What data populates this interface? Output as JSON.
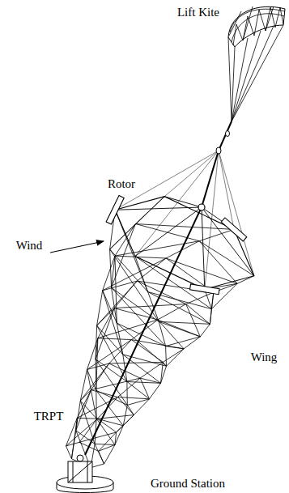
{
  "diagram": {
    "labels": [
      "Lift Kite",
      "Rotor",
      "Wind",
      "Wing",
      "TRPT",
      "Ground Station"
    ]
  }
}
